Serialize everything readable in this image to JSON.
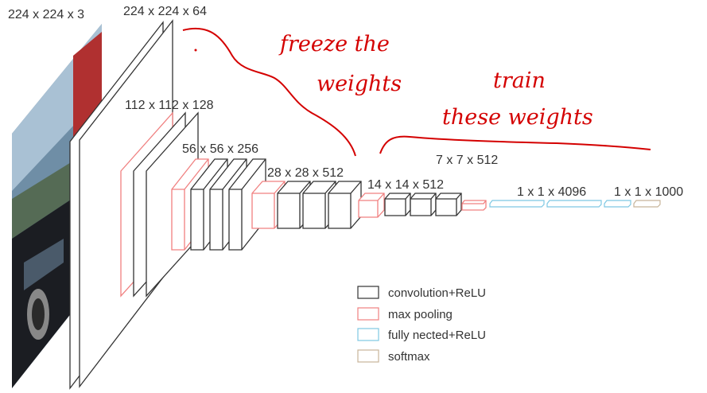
{
  "dimensions": {
    "input": "224 x 224 x 3",
    "conv1": "224 x 224 x 64",
    "conv2": "112 x 112 x 128",
    "conv3": "56 x 56 x 256",
    "conv4": "28 x 28 x 512",
    "conv5": "14 x 14 x 512",
    "pool5": "7 x 7 x 512",
    "fc": "1 x 1 x 4096",
    "softmax": "1 x 1 x 1000"
  },
  "annotations": {
    "freeze_line1": "freeze the",
    "freeze_line2": "weights",
    "train_line1": "train",
    "train_line2": "these weights"
  },
  "legend": {
    "items": [
      {
        "label": "convolution+ReLU",
        "color": "#333333"
      },
      {
        "label": "max pooling",
        "color": "#f08080"
      },
      {
        "label": "fully nected+ReLU",
        "color": "#7ec8e3"
      },
      {
        "label": "softmax",
        "color": "#c8b49a"
      }
    ]
  },
  "colors": {
    "conv": "#333333",
    "pool": "#f08080",
    "fc": "#7ec8e3",
    "softmax": "#c8b49a",
    "handwriting": "#d40000"
  }
}
